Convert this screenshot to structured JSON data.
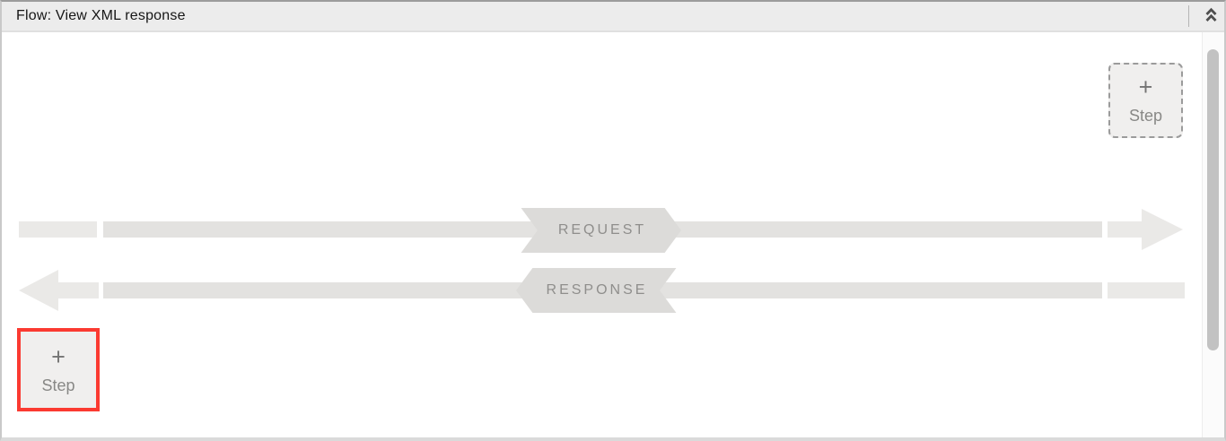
{
  "header": {
    "title": "Flow: View XML response",
    "collapse_icon": "double-chevron-up"
  },
  "flow": {
    "request_label": "REQUEST",
    "response_label": "RESPONSE",
    "request_direction": "left-to-right",
    "response_direction": "right-to-left"
  },
  "buttons": {
    "add_step_top": {
      "plus": "+",
      "label": "Step"
    },
    "add_step_bottom": {
      "plus": "+",
      "label": "Step",
      "highlighted": true
    }
  },
  "colors": {
    "highlight_red": "#fb3a31",
    "header_bg": "#ececec",
    "flow_line": "#e3e2e0",
    "flow_line_light": "#eae9e7",
    "badge_bg": "#dcdbd9",
    "badge_text": "#8f8e8c",
    "scrollbar_thumb": "#c2c2c2"
  }
}
